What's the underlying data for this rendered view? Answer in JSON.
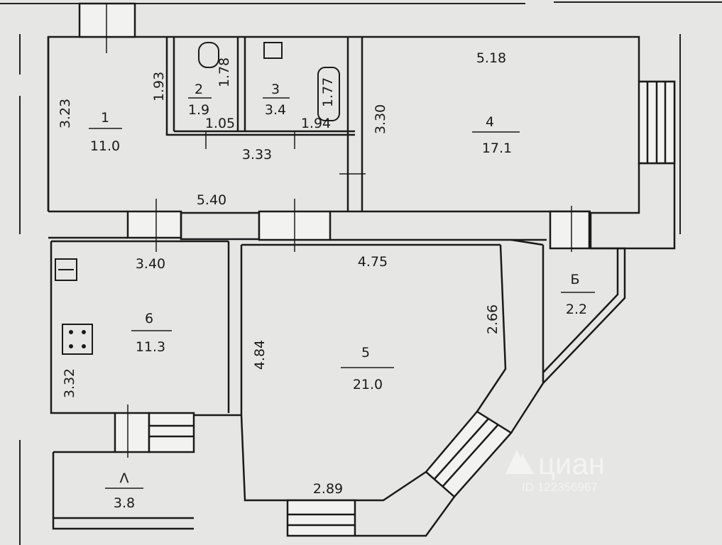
{
  "rooms": [
    {
      "number": "1",
      "area": "11.0"
    },
    {
      "number": "2",
      "area": "1.9"
    },
    {
      "number": "3",
      "area": "3.4"
    },
    {
      "number": "4",
      "area": "17.1"
    },
    {
      "number": "5",
      "area": "21.0"
    },
    {
      "number": "6",
      "area": "11.3"
    },
    {
      "number": "Б",
      "area": "2.2"
    },
    {
      "number": "Λ",
      "area": "3.8"
    }
  ],
  "dimensions": {
    "d1": "3.23",
    "d2": "1.93",
    "d3": "1.78",
    "d4": "1.05",
    "d5": "1.77",
    "d6": "1.94",
    "d7": "3.33",
    "d8": "3.30",
    "d9": "5.18",
    "d10": "5.40",
    "d11": "3.40",
    "d12": "4.75",
    "d13": "2.66",
    "d14": "4.84",
    "d15": "3.32",
    "d16": "2.89"
  },
  "watermark": {
    "brand": "циан",
    "id": "ID 122356967"
  },
  "colors": {
    "paper": "#e6e6e4",
    "ink": "#1a1a1a",
    "wall": "#f2f2f0"
  }
}
